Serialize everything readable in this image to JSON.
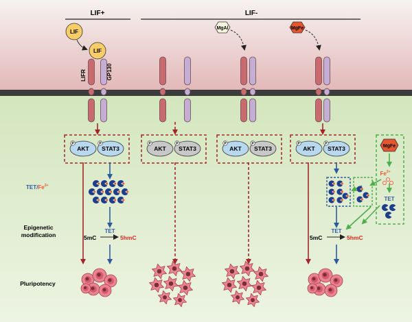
{
  "headers": {
    "lif_plus": "LIF+",
    "lif_minus": "LIF-"
  },
  "ligands": {
    "lif_free": "LIF",
    "lif_bound": "LIF",
    "mgal": "MgAl",
    "mgfe": "MgFe",
    "mgfe_side": "MgFe"
  },
  "receptor_labels": {
    "lifr": "LIFR",
    "gp130": "GP130"
  },
  "row_labels": {
    "tet_fe_tet": "TET/",
    "tet_fe_fe": "Fe",
    "tet_fe_sup": "2+",
    "epigenetic_line1": "Epigenetic",
    "epigenetic_line2": "modification",
    "pluripotency": "Pluripotency"
  },
  "signaling": {
    "akt": "AKT",
    "stat3": "STAT3",
    "p": "P"
  },
  "epigenetics": {
    "substrate": "5mC",
    "enzyme": "TET",
    "product": "5hmC"
  },
  "side_panel": {
    "fe_ion": "Fe",
    "fe_sup": "2+",
    "tet": "TET"
  },
  "colors": {
    "bg_top": "#e9c5c4",
    "bg_bottom": "#d7e8c4",
    "membrane": "#3c3c3c",
    "lifr": "#c96a6e",
    "gp130": "#c5aed3",
    "pathway_red": "#a3262b",
    "pathway_blue": "#2c5a9e",
    "fe_green": "#4cae4c",
    "cell_pink": "#e98593",
    "nucleus": "#7a2e3a",
    "mgfe_orange": "#e4572e",
    "lif_yellow": "#f6cd67",
    "product_red": "#d62d20"
  }
}
